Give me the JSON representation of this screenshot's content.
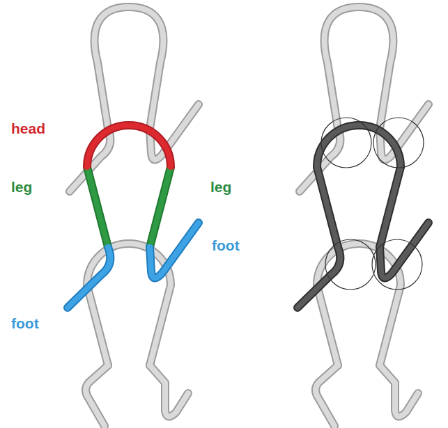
{
  "diagram": {
    "labels": [
      "head",
      "leg",
      "leg",
      "foot",
      "foot"
    ]
  }
}
